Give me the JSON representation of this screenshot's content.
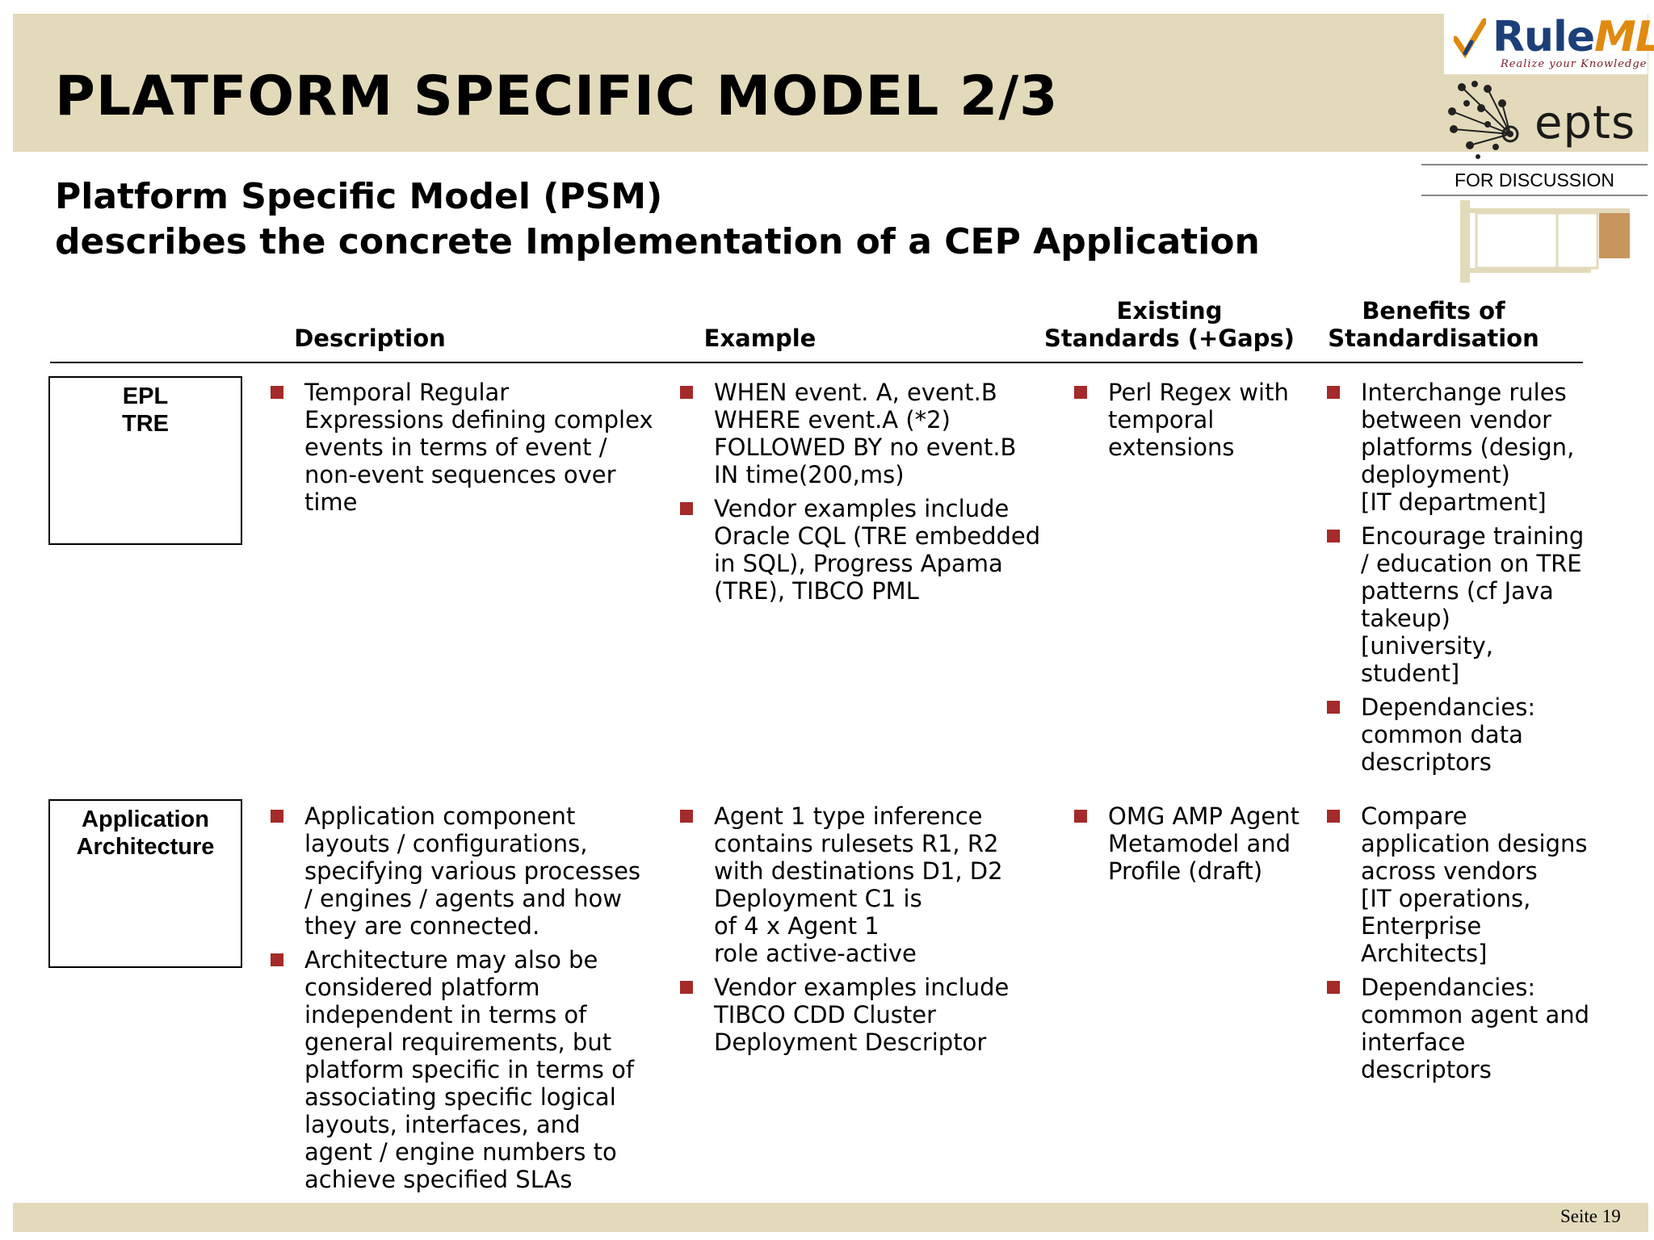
{
  "header": {
    "title": "PLATFORM SPECIFIC MODEL 2/3",
    "ruleml_logo": {
      "word_rule": "Rule",
      "word_ml": "ML",
      "tagline": "Realize your Knowledge"
    },
    "epts_logo": {
      "word": "epts"
    },
    "discussion_label": "FOR DISCUSSION"
  },
  "subtitle": {
    "line1": "Platform Specific Model (PSM)",
    "line2": "describes the concrete Implementation of a CEP Application"
  },
  "table": {
    "columns": [
      {
        "id": "description",
        "lines": [
          "Description"
        ]
      },
      {
        "id": "example",
        "lines": [
          "Example"
        ]
      },
      {
        "id": "standards",
        "lines": [
          "Existing",
          "Standards (+Gaps)"
        ]
      },
      {
        "id": "benefits",
        "lines": [
          "Benefits of",
          "Standardisation"
        ]
      }
    ],
    "rows": [
      {
        "label": [
          "EPL",
          "TRE"
        ],
        "description": [
          [
            "Temporal Regular",
            "Expressions defining complex",
            "events in terms of event  /",
            "non-event sequences over",
            "time"
          ]
        ],
        "example": [
          [
            "WHEN event. A, event.B",
            "WHERE event.A (*2)",
            "FOLLOWED BY no event.B",
            "IN time(200,ms)"
          ],
          [
            "Vendor examples include",
            "Oracle CQL (TRE embedded",
            "in SQL), Progress Apama",
            "(TRE), TIBCO PML"
          ]
        ],
        "standards": [
          [
            "Perl Regex with",
            "temporal",
            "extensions"
          ]
        ],
        "benefits": [
          [
            "Interchange rules",
            "between vendor",
            "platforms (design,",
            "deployment)",
            "[IT department]"
          ],
          [
            "Encourage training",
            "/ education on TRE",
            "patterns (cf Java",
            "takeup)",
            "[university,",
            "student]"
          ],
          [
            "Dependancies:",
            "common data",
            "descriptors"
          ]
        ]
      },
      {
        "label": [
          "Application",
          "Architecture"
        ],
        "description": [
          [
            "Application component",
            "layouts / configurations,",
            "specifying various processes",
            "/ engines / agents and how",
            "they are connected."
          ],
          [
            "Architecture may also be",
            "considered platform",
            "independent in terms of",
            "general requirements, but",
            "platform specific in terms of",
            "associating specific logical",
            "layouts, interfaces, and",
            "agent / engine numbers to",
            "achieve specified SLAs"
          ]
        ],
        "example": [
          [
            "Agent 1 type inference",
            "contains rulesets R1, R2",
            "with destinations D1, D2",
            "Deployment C1 is",
            "of 4 x Agent 1",
            "role active-active"
          ],
          [
            "Vendor examples include",
            "TIBCO CDD Cluster",
            "Deployment Descriptor"
          ]
        ],
        "standards": [
          [
            "OMG AMP Agent",
            "Metamodel and",
            "Profile (draft)"
          ]
        ],
        "benefits": [
          [
            "Compare",
            "application designs",
            "across vendors",
            "[IT operations,",
            "Enterprise",
            "Architects]"
          ],
          [
            "Dependancies:",
            "common agent and",
            "interface",
            "descriptors"
          ]
        ]
      }
    ]
  },
  "footer": {
    "page_label": "Seite 19"
  },
  "colors": {
    "band": "#e3dabb",
    "bullet": "#a52a2a",
    "ruleml_blue": "#1c3f7a",
    "ruleml_orange": "#e08a10"
  }
}
